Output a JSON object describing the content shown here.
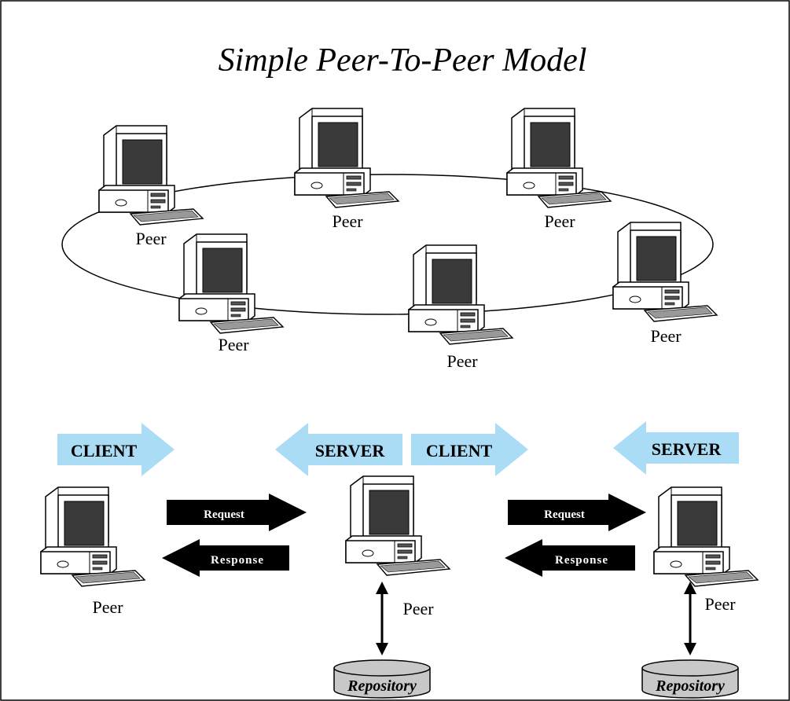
{
  "title": "Simple Peer-To-Peer Model",
  "ring": {
    "peers": [
      {
        "label": "Peer"
      },
      {
        "label": "Peer"
      },
      {
        "label": "Peer"
      },
      {
        "label": "Peer"
      },
      {
        "label": "Peer"
      },
      {
        "label": "Peer"
      }
    ]
  },
  "roles": {
    "client_left": "CLIENT",
    "server_middle": "SERVER",
    "client_middle": "CLIENT",
    "server_right": "SERVER"
  },
  "exchange": {
    "left": {
      "request": "Request",
      "response": "Response"
    },
    "right": {
      "request": "Request",
      "response": "Response"
    }
  },
  "bottom_peers": {
    "left": "Peer",
    "middle": "Peer",
    "right": "Peer"
  },
  "repositories": {
    "middle": "Repository",
    "right": "Repository"
  },
  "colors": {
    "role_arrow": "#aadcf6",
    "monitor_screen": "#3a3a3a",
    "computer_body": "#ffffff",
    "repository_fill": "#c8c8c8",
    "exchange_arrow": "#000000"
  }
}
